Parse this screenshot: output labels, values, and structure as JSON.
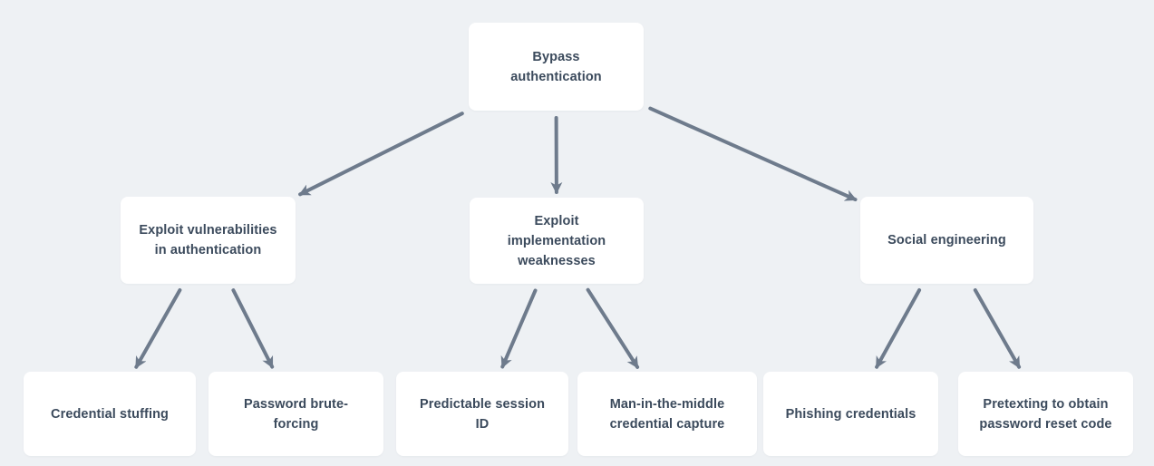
{
  "diagram": {
    "type": "tree",
    "colors": {
      "canvas_bg": "#eef1f4",
      "node_bg": "#ffffff",
      "text_color": "#3b4a5c",
      "arrow_color": "#6e7b8c"
    },
    "nodes": [
      {
        "id": "root",
        "label": "Bypass authentication"
      },
      {
        "id": "vuln",
        "label": "Exploit vulnerabilities in authentication"
      },
      {
        "id": "impl",
        "label": "Exploit implementation weaknesses"
      },
      {
        "id": "social",
        "label": "Social engineering"
      },
      {
        "id": "credstuff",
        "label": "Credential stuffing"
      },
      {
        "id": "brute",
        "label": "Password brute-forcing"
      },
      {
        "id": "session",
        "label": "Predictable session ID"
      },
      {
        "id": "mitm",
        "label": "Man-in-the-middle credential capture"
      },
      {
        "id": "phish",
        "label": "Phishing credentials"
      },
      {
        "id": "pretext",
        "label": "Pretexting to obtain password reset code"
      }
    ],
    "edges": [
      {
        "from": "root",
        "to": "vuln"
      },
      {
        "from": "root",
        "to": "impl"
      },
      {
        "from": "root",
        "to": "social"
      },
      {
        "from": "vuln",
        "to": "credstuff"
      },
      {
        "from": "vuln",
        "to": "brute"
      },
      {
        "from": "impl",
        "to": "session"
      },
      {
        "from": "impl",
        "to": "mitm"
      },
      {
        "from": "social",
        "to": "phish"
      },
      {
        "from": "social",
        "to": "pretext"
      }
    ]
  }
}
